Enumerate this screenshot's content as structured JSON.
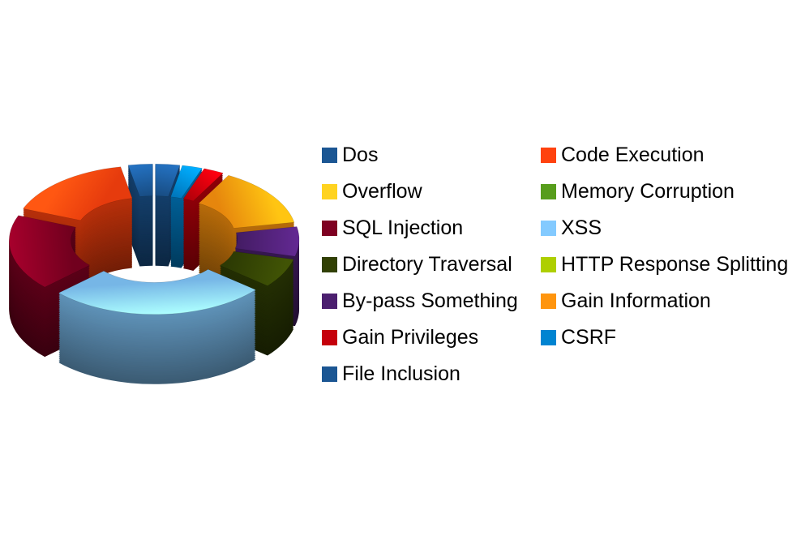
{
  "page": {
    "background_color": "#ffffff"
  },
  "chart_data": {
    "type": "pie",
    "subtype": "3d-exploded-donut",
    "categories": [
      "Dos",
      "Code Execution",
      "Overflow",
      "Memory Corruption",
      "SQL Injection",
      "XSS",
      "Directory Traversal",
      "HTTP Response Splitting",
      "By-pass Something",
      "Gain Information",
      "Gain Privileges",
      "CSRF",
      "File Inclusion"
    ],
    "values": [
      3,
      16,
      0,
      0,
      18,
      27,
      7,
      0,
      7,
      14,
      2.5,
      2.5,
      3
    ],
    "values_unit": "percent (estimated from slice angles)",
    "colors": [
      "#1B5693",
      "#FF420E",
      "#FFD320",
      "#579D1C",
      "#7E0021",
      "#83CAFF",
      "#314004",
      "#AECF00",
      "#4B1F6F",
      "#FF950E",
      "#C5000B",
      "#0084D1",
      "#1B5693"
    ],
    "start_angle_deg": 0,
    "direction": "counterclockwise",
    "donut_hole_ratio": 0.53,
    "exploded": true,
    "grid": false,
    "legend_position": "right",
    "legend_columns": 2
  },
  "legend": {
    "text_color": "#000000"
  }
}
